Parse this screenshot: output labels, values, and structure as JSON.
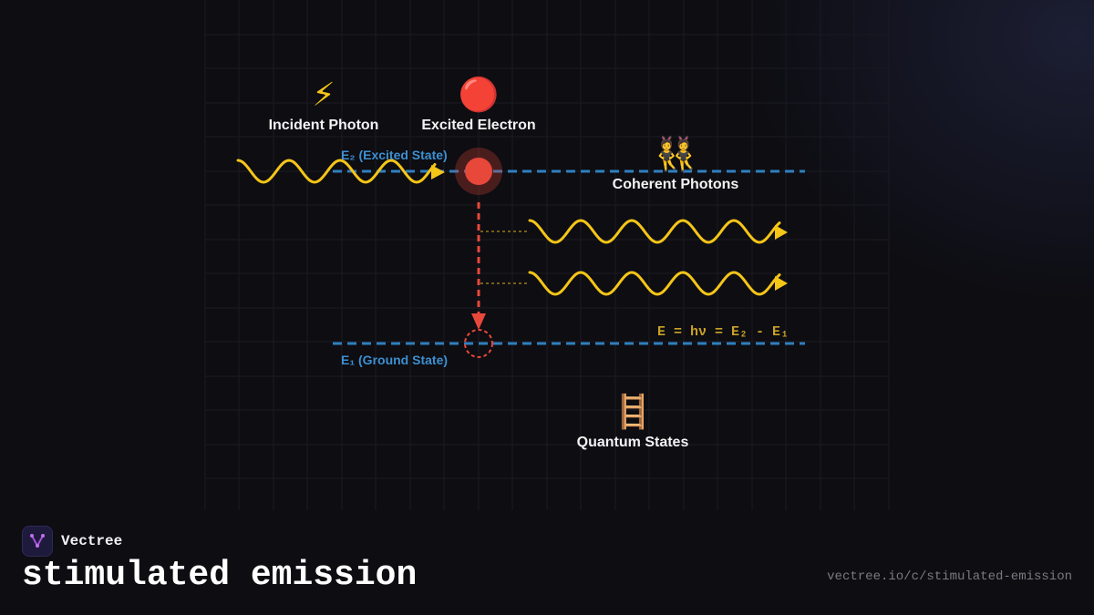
{
  "diagram": {
    "incident_photon": {
      "icon": "lightning-bolt",
      "label": "Incident Photon",
      "glyph": "⚡"
    },
    "excited_electron": {
      "icon": "red-circle",
      "label": "Excited Electron",
      "glyph": "🔴"
    },
    "coherent_photons": {
      "icon": "twins",
      "label": "Coherent Photons",
      "glyph": "👯"
    },
    "quantum_states": {
      "icon": "ladder",
      "label": "Quantum States",
      "glyph": "🪜"
    },
    "levels": {
      "excited": "E₂ (Excited State)",
      "ground": "E₁ (Ground State)"
    },
    "equation": "E = hν = E₂ - E₁"
  },
  "colors": {
    "photon": "#f5c518",
    "level_line": "#2f7fbf",
    "electron": "#e8483a",
    "background": "#0d0d12"
  },
  "brand": {
    "name": "Vectree",
    "icon": "vectree-logo"
  },
  "page": {
    "title": "stimulated emission",
    "url": "vectree.io/c/stimulated-emission"
  }
}
